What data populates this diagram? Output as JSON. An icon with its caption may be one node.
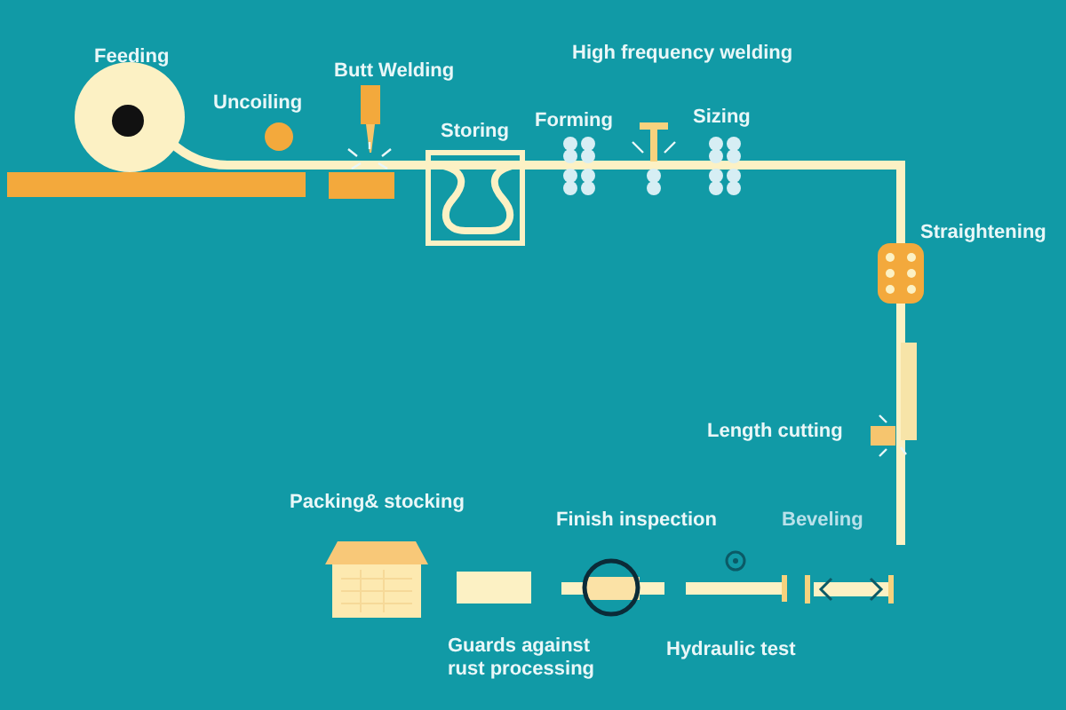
{
  "diagram": {
    "labels": [
      "Feeding",
      "Uncoiling",
      "Butt Welding",
      "Storing",
      "Forming",
      "High frequency welding",
      "Sizing",
      "Straightening",
      "Length cutting",
      "Beveling",
      "Hydraulic test",
      "Finish inspection",
      "Guards against rust processing",
      "Packing& stocking"
    ]
  }
}
